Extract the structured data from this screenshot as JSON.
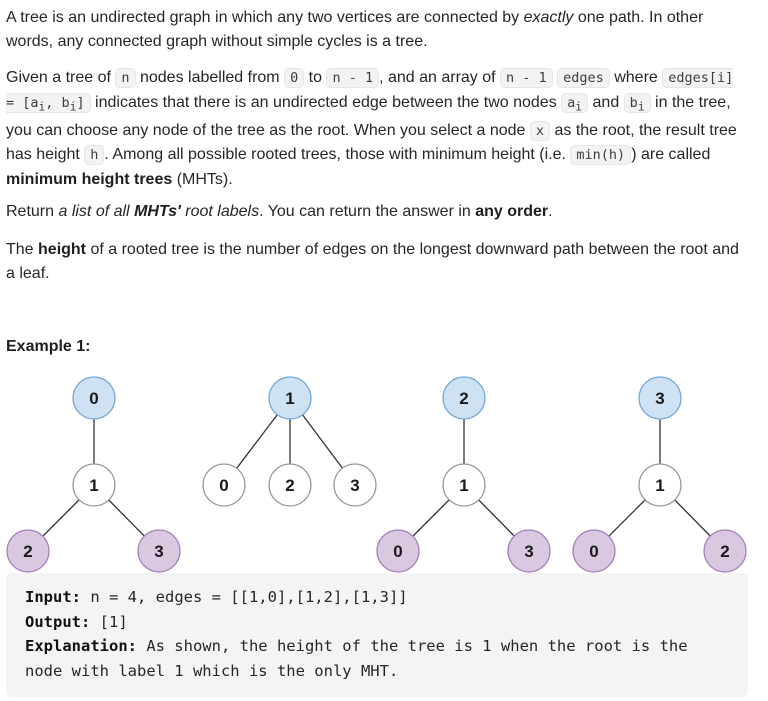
{
  "p1": {
    "t1": "A tree is an undirected graph in which any two vertices are connected by ",
    "em1": "exactly",
    "t2": " one path. In other words, any connected graph without simple cycles is a tree."
  },
  "p2": {
    "t1": "Given a tree of ",
    "c1": "n",
    "t2": " nodes labelled from ",
    "c2": "0",
    "t3": " to ",
    "c3": "n - 1",
    "t4": ", and an array of ",
    "c4": "n - 1",
    "t5": " ",
    "c5": "edges",
    "t6": " where ",
    "c6a": "edges[i] = [a",
    "c6sub1": "i",
    "c6b": ", b",
    "c6sub2": "i",
    "c6c": "]",
    "t7": " indicates that there is an undirected edge between the two nodes ",
    "c7": "a",
    "c7sub": "i",
    "t8": " and ",
    "c8": "b",
    "c8sub": "i",
    "t9": " in the tree, you can choose any node of the tree as the root. When you select a node ",
    "c9": "x",
    "t10": " as the root, the result tree has height ",
    "c10": "h",
    "t11": ". Among all possible rooted trees, those with minimum height (i.e. ",
    "c11": "min(h)",
    "t12": ")  are called ",
    "b1": "minimum height trees",
    "t13": " (MHTs)."
  },
  "p3": {
    "t1": "Return ",
    "em1": "a list of all ",
    "emb": "MHTs'",
    "em2": " root labels",
    "t2": ". You can return the answer in ",
    "b1": "any order",
    "t3": "."
  },
  "p4": {
    "t1": "The ",
    "b1": "height",
    "t2": " of a rooted tree is the number of edges on the longest downward path between the root and a leaf."
  },
  "example": {
    "title": "Example 1:",
    "input_label": "Input:",
    "input_value": " n = 4, edges = [[1,0],[1,2],[1,3]]",
    "output_label": "Output:",
    "output_value": " [1]",
    "explanation_label": "Explanation:",
    "explanation_value": " As shown, the height of the tree is 1 when the root is the node with label 1 which is the only MHT."
  },
  "diagram": {
    "colors": {
      "root_fill": "#cfe2f3",
      "root_stroke": "#6fa8dc",
      "leaf_fill": "#d9c8e0",
      "leaf_stroke": "#a57fb9",
      "mid_fill": "#ffffff",
      "mid_stroke": "#999999",
      "edge": "#333333",
      "text": "#1a1a1a"
    },
    "trees": [
      {
        "root": "0",
        "mid": "1",
        "leaves": [
          "2",
          "3"
        ]
      },
      {
        "root": "1",
        "leaves": [
          "0",
          "2",
          "3"
        ]
      },
      {
        "root": "2",
        "mid": "1",
        "leaves": [
          "0",
          "3"
        ]
      },
      {
        "root": "3",
        "mid": "1",
        "leaves": [
          "0",
          "2"
        ]
      }
    ]
  }
}
